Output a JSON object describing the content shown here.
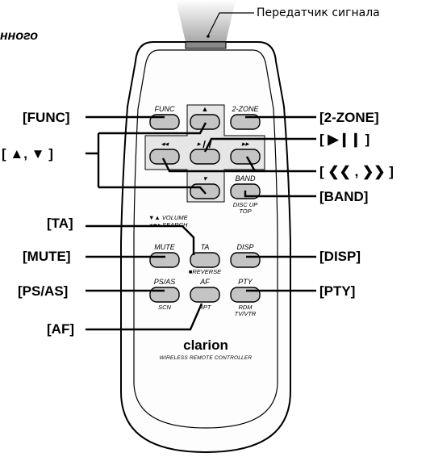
{
  "caption": {
    "transmitter": "Передатчик сигнала",
    "heading_fragment": "нного"
  },
  "brand": {
    "name": "clarion",
    "subtitle": "WIRELESS REMOTE CONTROLLER"
  },
  "labels": {
    "func": "[FUNC]",
    "updown": "[ ▲, ▼ ]",
    "ta": "[TA]",
    "mute": "[MUTE]",
    "psas": "[PS/AS]",
    "af": "[AF]",
    "zone2": "[2-ZONE]",
    "playpause": "[ ▶❙❙ ]",
    "skip": "[ ❮❮ , ❯❯ ]",
    "band": "[BAND]",
    "disp": "[DISP]",
    "pty": "[PTY]"
  },
  "buttons": {
    "func": {
      "top": "FUNC"
    },
    "up": {
      "top": "▲"
    },
    "zone2": {
      "top": "2-ZONE"
    },
    "rew": {
      "top": "◂◂"
    },
    "playpause": {
      "top": "▸❙❙"
    },
    "ffw": {
      "top": "▸▸"
    },
    "down": {
      "top": "▾"
    },
    "band": {
      "top": "BAND",
      "sub1": "DISC UP",
      "sub2": "TOP"
    },
    "mute": {
      "top": "MUTE"
    },
    "ta": {
      "top": "TA",
      "sub1": "■REVERSE"
    },
    "disp": {
      "top": "DISP"
    },
    "psas": {
      "top": "PS/AS",
      "sub1": "SCN"
    },
    "af": {
      "top": "AF",
      "sub1": "RPT"
    },
    "pty": {
      "top": "PTY",
      "sub1": "RDM",
      "sub2": "TV/VTR"
    }
  },
  "legend": {
    "volume": "▼▲ VOLUME",
    "search": "◂◂▸▸ SEARCH"
  }
}
